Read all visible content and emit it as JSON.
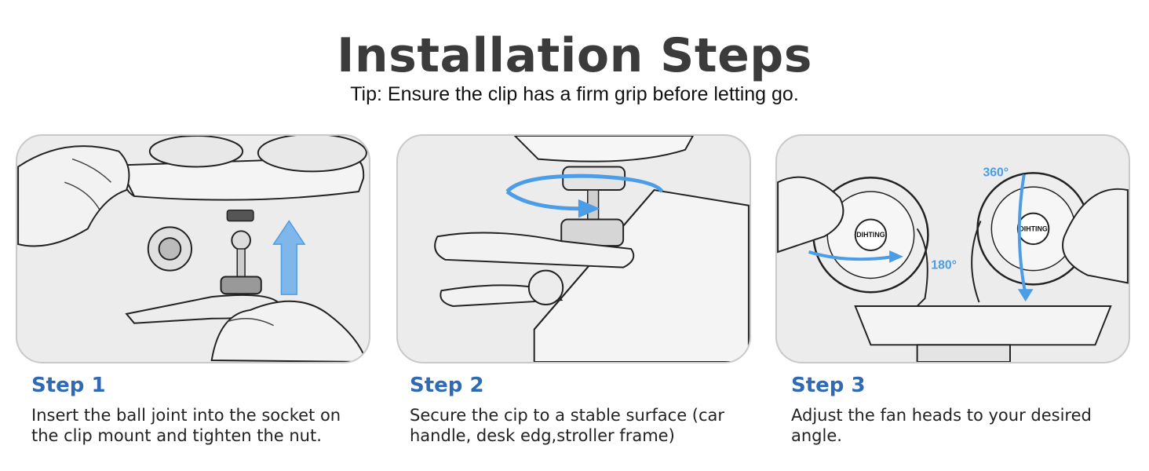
{
  "header": {
    "title": "Installation Steps",
    "tip": "Tip: Ensure the clip has a firm grip before letting go."
  },
  "steps": [
    {
      "title": "Step 1",
      "description": "Insert the ball joint into the socket on the clip mount and tighten the nut."
    },
    {
      "title": "Step 2",
      "description": "Secure the cip to a stable surface (car handle, desk edg,stroller frame)"
    },
    {
      "title": "Step 3",
      "description": "Adjust the fan heads to your desired angle."
    }
  ],
  "illustration": {
    "rotation_labels": [
      "360°",
      "180°"
    ],
    "brand": [
      "DIHTING",
      "DIHTING"
    ]
  },
  "colors": {
    "title": "#3b3b3b",
    "step_title": "#2f6ab5",
    "arrow_blue": "#4a9de6",
    "panel_bg": "#ececec"
  }
}
